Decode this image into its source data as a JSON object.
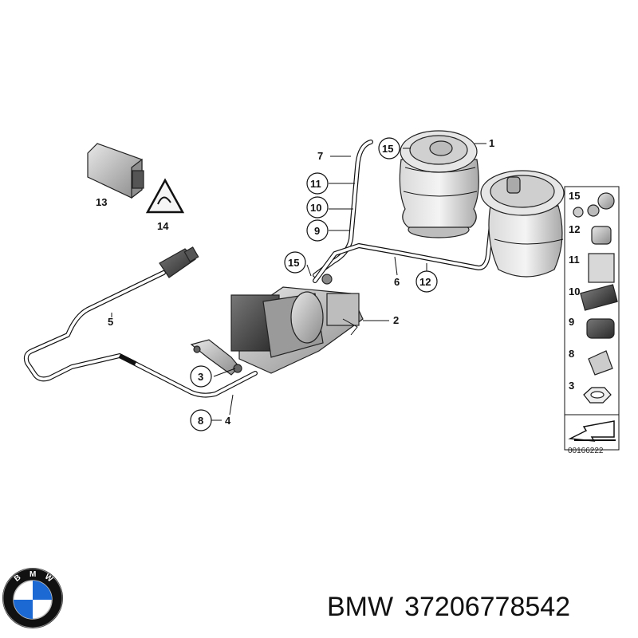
{
  "callouts": {
    "c1": "1",
    "c2": "2",
    "c3": "3",
    "c4": "4",
    "c5": "5",
    "c6": "6",
    "c7": "7",
    "c8": "8",
    "c9": "9",
    "c10": "10",
    "c11": "11",
    "c12": "12",
    "c13": "13",
    "c14": "14",
    "c15a": "15",
    "c15b": "15"
  },
  "legend": [
    "15",
    "12",
    "11",
    "10",
    "9",
    "8",
    "3"
  ],
  "diagram_code": "00166222",
  "caption": {
    "brand": "BMW",
    "part_number": "37206778542"
  },
  "logo": {
    "letters": "BMW",
    "colors": {
      "blue": "#1c69d4",
      "white": "#ffffff",
      "ring": "#111111"
    }
  }
}
